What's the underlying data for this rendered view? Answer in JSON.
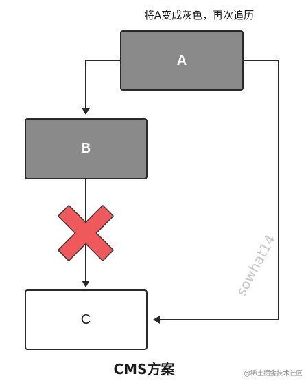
{
  "annotation": "将A变成灰色，再次追历",
  "nodes": {
    "a": {
      "label": "A",
      "fill": "#8a8a8a",
      "text_color": "#ffffff"
    },
    "b": {
      "label": "B",
      "fill": "#8a8a8a",
      "text_color": "#ffffff"
    },
    "c": {
      "label": "C",
      "fill": "#ffffff",
      "text_color": "#222222"
    }
  },
  "colors": {
    "stroke": "#2a2a2a",
    "cross_fill": "#f0595c",
    "cross_outline": "#3a3a3a",
    "watermark": "#c8c8c8",
    "credit": "#8a8a8a"
  },
  "caption": "CMS方案",
  "watermark": "sowhat14",
  "credit": "@稀土掘金技术社区"
}
